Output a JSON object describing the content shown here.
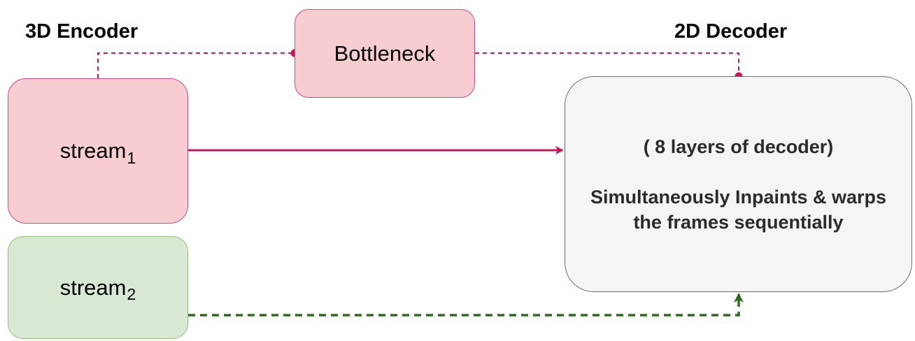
{
  "titles": {
    "encoder": "3D Encoder",
    "decoder": "2D Decoder"
  },
  "nodes": {
    "bottleneck": "Bottleneck",
    "stream1": {
      "base": "stream",
      "subscript": "1"
    },
    "stream2": {
      "base": "stream",
      "subscript": "2"
    },
    "decoder": {
      "line1": "( 8 layers of decoder)",
      "line2": "Simultaneously Inpaints & warps the frames sequentially"
    }
  },
  "colors": {
    "encoder_link": "#c2185b",
    "stream1_arrow": "#c2185b",
    "stream2_arrow": "#2e6b1f",
    "pink_fill": "#f8cdd1",
    "green_fill": "#d8e8d3",
    "decoder_fill": "#f5f5f5"
  }
}
